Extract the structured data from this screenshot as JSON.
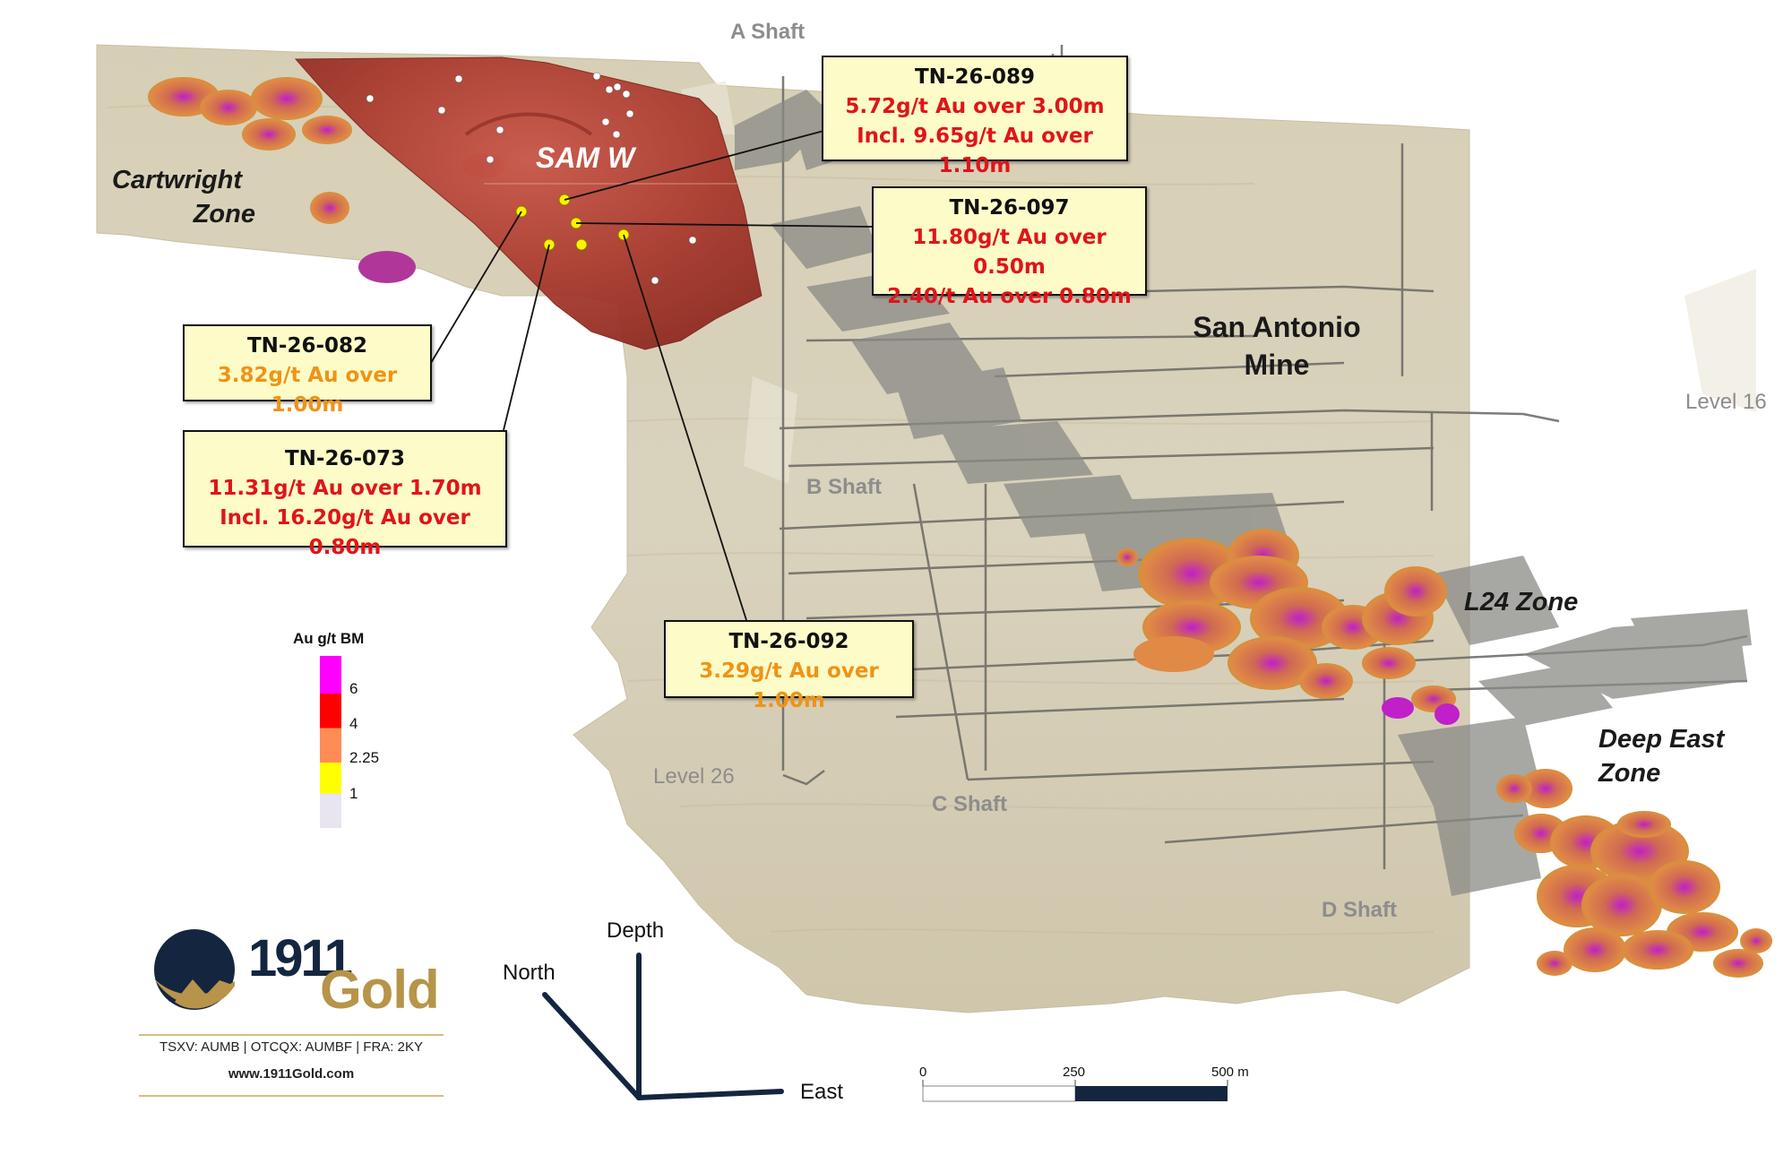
{
  "labels": {
    "a_shaft": "A Shaft",
    "b_shaft": "B Shaft",
    "c_shaft": "C Shaft",
    "d_shaft": "D Shaft",
    "level_16": "Level 16",
    "level_26": "Level 26",
    "sam_w": "SAM W",
    "cartwright_line1": "Cartwright",
    "cartwright_line2": "Zone",
    "mine_line1": "San Antonio",
    "mine_line2": "Mine",
    "l24_zone": "L24 Zone",
    "deep_east_line1": "Deep East",
    "deep_east_line2": "Zone"
  },
  "callouts": {
    "tn089": {
      "hole": "TN-26-089",
      "line1": "5.72g/t Au over 3.00m",
      "line2": "Incl. 9.65g/t Au over 1.10m"
    },
    "tn097": {
      "hole": "TN-26-097",
      "line1": "11.80g/t Au over 0.50m",
      "line2": "2.40/t Au over 0.80m"
    },
    "tn082": {
      "hole": "TN-26-082",
      "line1": "3.82g/t Au over 1.00m"
    },
    "tn073": {
      "hole": "TN-26-073",
      "line1": "11.31g/t Au over 1.70m",
      "line2": "Incl. 16.20g/t Au over 0.80m"
    },
    "tn092": {
      "hole": "TN-26-092",
      "line1": "3.29g/t Au over 1.00m"
    }
  },
  "colors": {
    "high_grade_text": "#e0141a",
    "moderate_grade_text": "#ef9316",
    "callout_fill": "#fdfcc8",
    "sam_w_body": "#a3342a",
    "host_rock": "#d8d0b8",
    "brand_navy": "#14263f",
    "brand_gold": "#b79449"
  },
  "legend": {
    "title": "Au g/t BM",
    "values": [
      "6",
      "4",
      "2.25",
      "1"
    ],
    "colors": [
      "#ff00ff",
      "#ff0000",
      "#ff8c55",
      "#ffff00",
      "#e8e4f0"
    ]
  },
  "logo": {
    "number": "1911",
    "word": "Gold",
    "tickers": "TSXV: AUMB | OTCQX: AUMBF | FRA: 2KY",
    "website": "www.1911Gold.com"
  },
  "axes": {
    "north": "North",
    "depth": "Depth",
    "east": "East"
  },
  "scale_bar": {
    "labels": [
      "0",
      "250",
      "500 m"
    ]
  }
}
